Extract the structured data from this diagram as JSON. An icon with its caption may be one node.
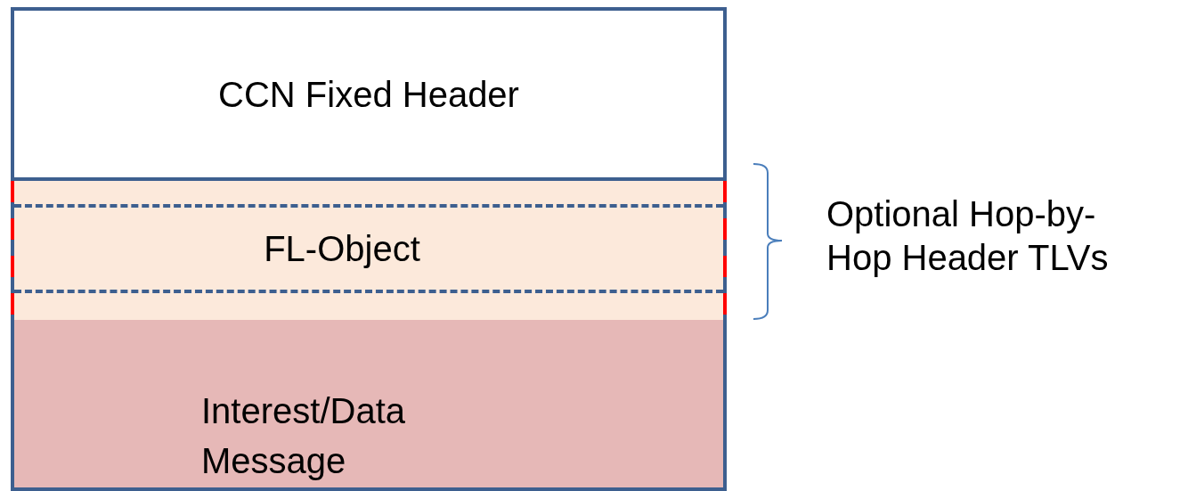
{
  "diagram": {
    "nodes": [
      {
        "text": [
          "CCN Fixed Header"
        ]
      },
      {
        "text": [],
        "shape": "box"
      },
      {
        "text": [
          "FL-Object"
        ],
        "in": 1
      },
      {
        "text": [
          "Interest/Data Message"
        ]
      }
    ],
    "labels": [
      "Optional Hop-by-Hop Header TLVs"
    ]
  }
}
